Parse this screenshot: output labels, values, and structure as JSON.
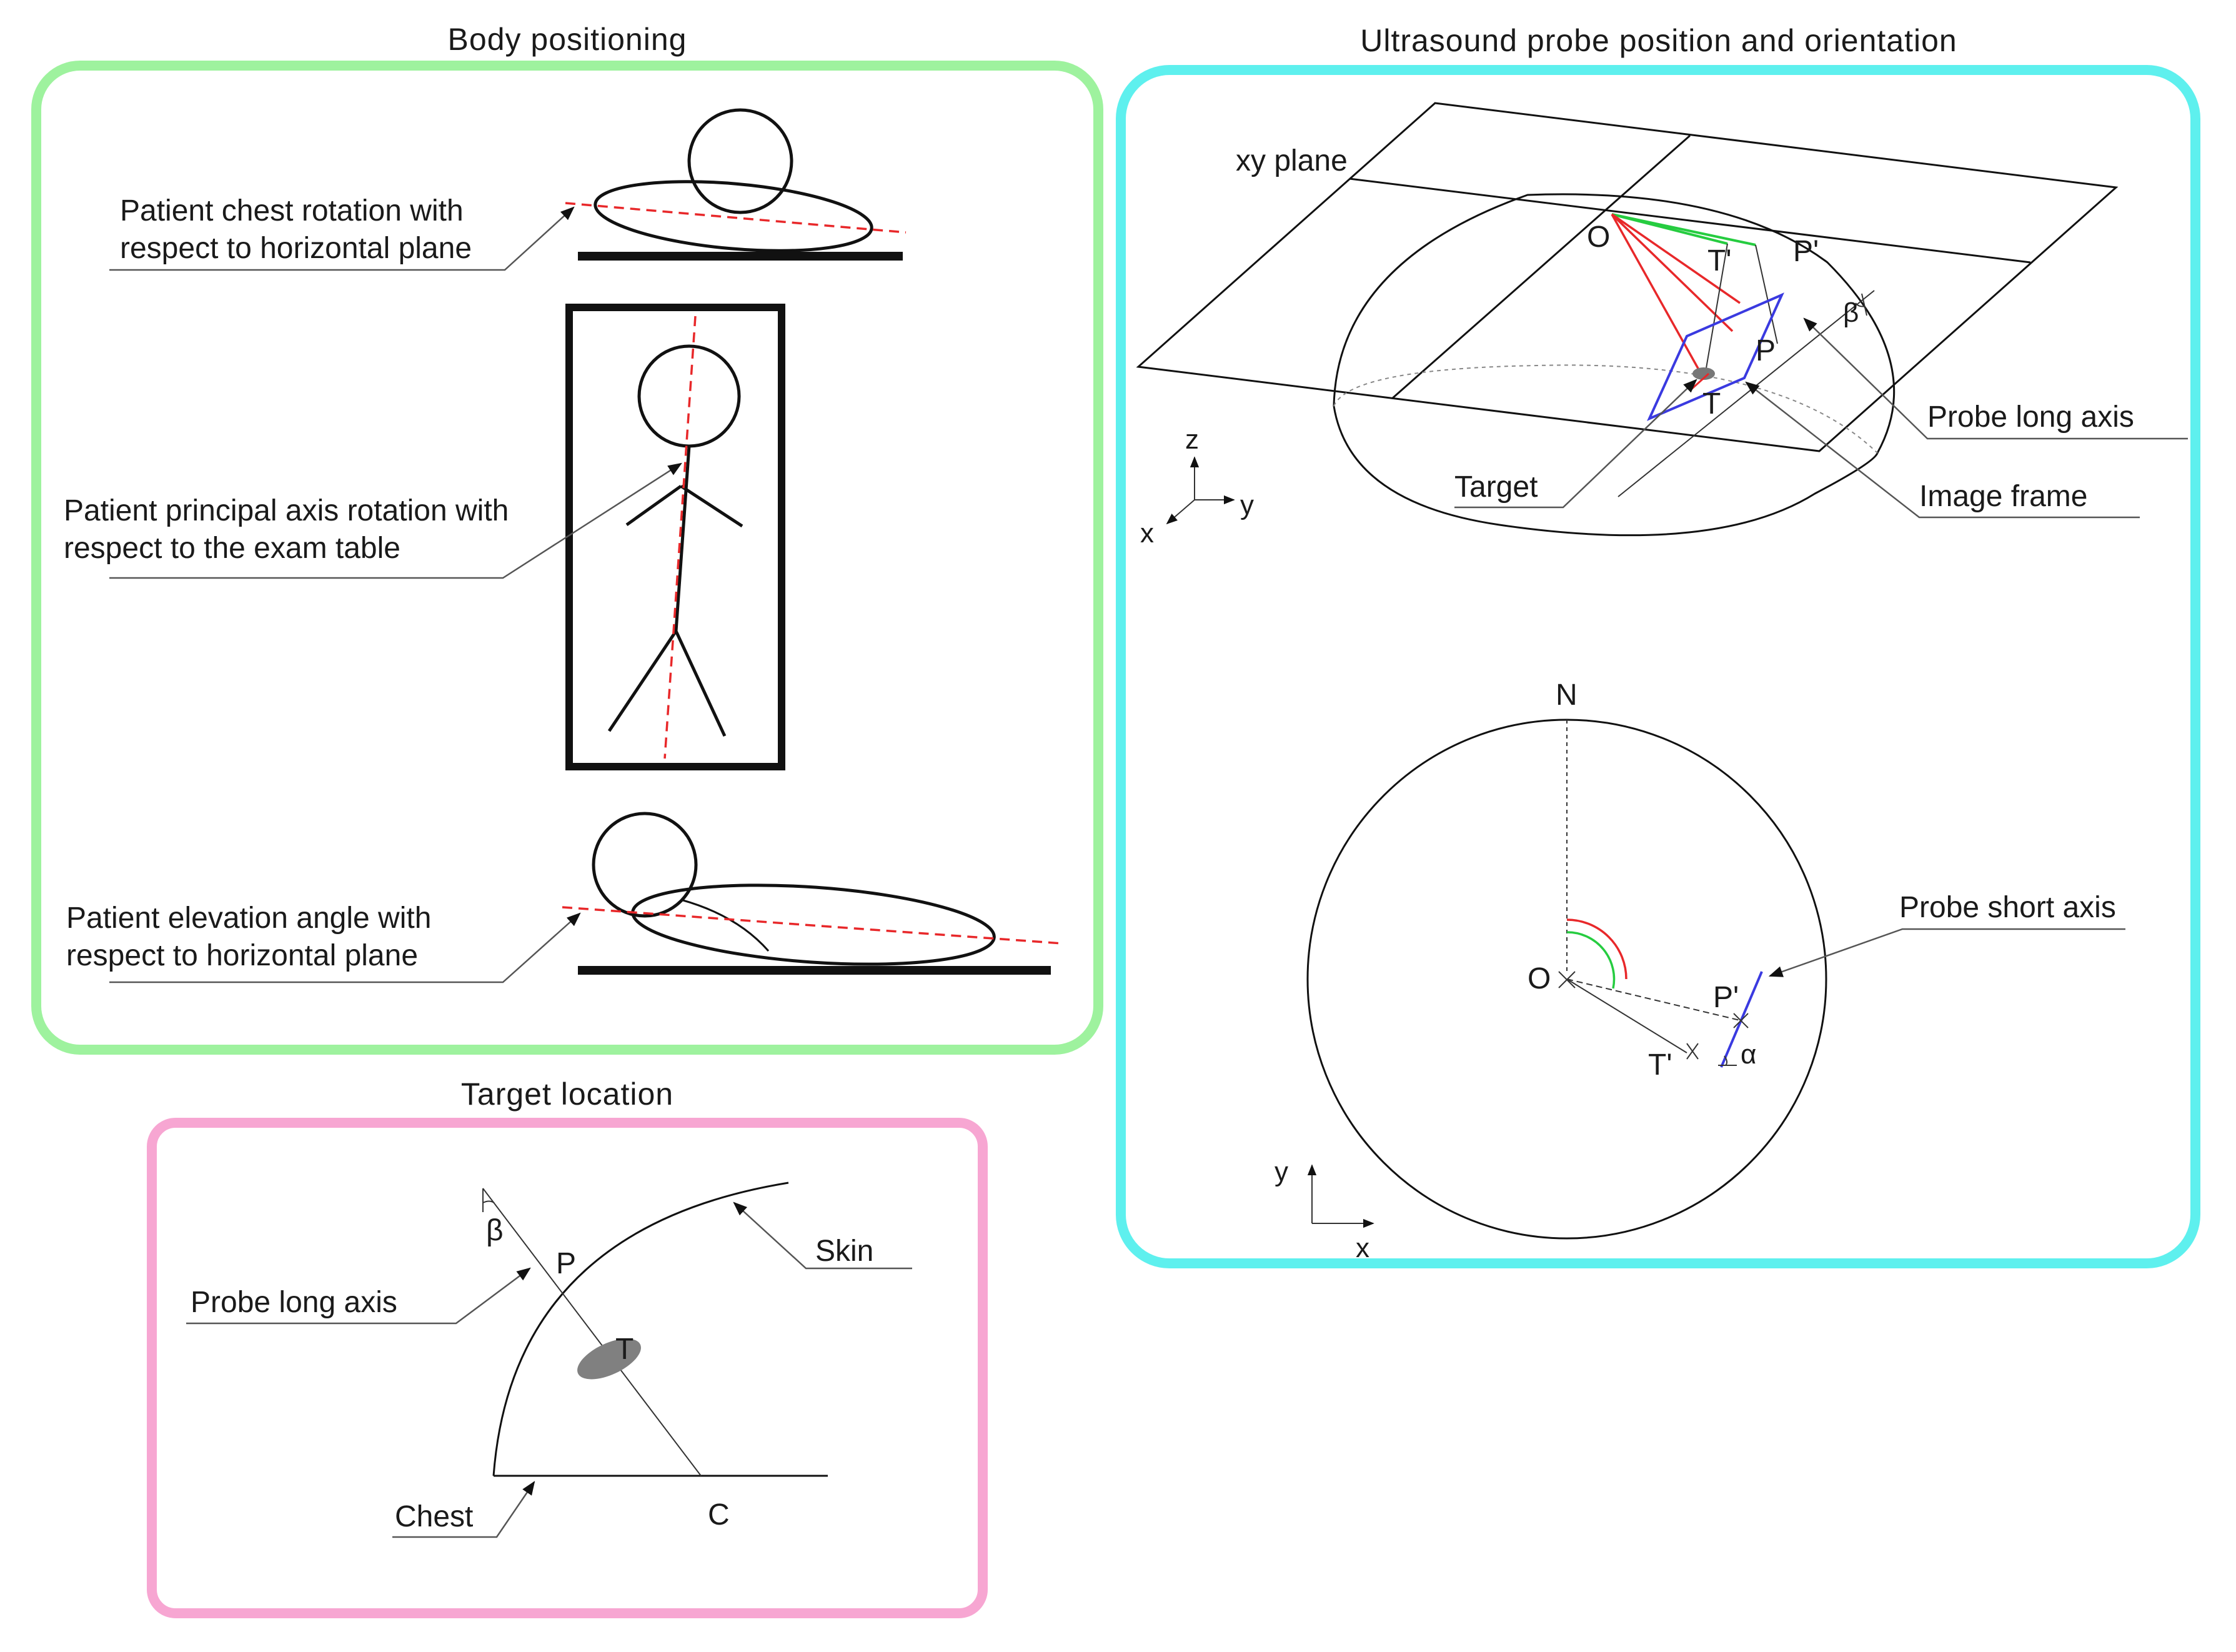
{
  "colors": {
    "green_frame": "#9ef29e",
    "cyan_frame": "#5ef0ee",
    "pink_frame": "#f7a6d2",
    "red": "#e8282a",
    "green_line": "#26cc40",
    "blue_line": "#3a3ae0",
    "target_fill": "#808080"
  },
  "panels": {
    "body": {
      "title": "Body positioning",
      "chest_label_1": "Patient chest rotation with",
      "chest_label_2": "respect to horizontal plane",
      "axis_label_1": "Patient principal axis rotation with",
      "axis_label_2": "respect to the exam table",
      "elev_label_1": "Patient elevation angle with",
      "elev_label_2": "respect to horizontal plane"
    },
    "target": {
      "title": "Target location",
      "probe_long_axis": "Probe long axis",
      "skin": "Skin",
      "chest": "Chest",
      "beta": "β",
      "P": "P",
      "T": "T",
      "C": "C"
    },
    "probe": {
      "title": "Ultrasound probe position and orientation",
      "xy_plane": "xy plane",
      "probe_long_axis": "Probe long axis",
      "target": "Target",
      "image_frame": "Image frame",
      "probe_short_axis": "Probe short axis",
      "O": "O",
      "T_prime": "T'",
      "P_prime": "P'",
      "P": "P",
      "T": "T",
      "beta": "β",
      "N": "N",
      "alpha": "α",
      "axis_x": "x",
      "axis_y": "y",
      "axis_z": "z"
    }
  }
}
